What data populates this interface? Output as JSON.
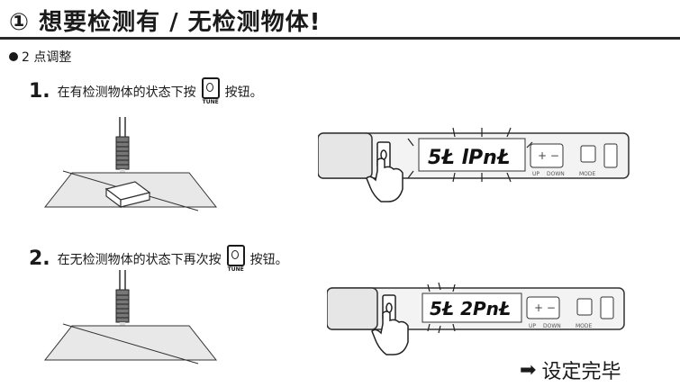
{
  "title": "① 想要检测有 / 无检测物体!",
  "subheading": "2 点调整",
  "steps": [
    {
      "number": "1.",
      "text_before": "在有检测物体的状态下按",
      "text_after": "按钮。",
      "display": "5Ł lPnŁ"
    },
    {
      "number": "2.",
      "text_before": "在无检测物体的状态下再次按",
      "text_after": "按钮。",
      "display": "5Ł 2PnŁ"
    }
  ],
  "tune_button_caption": "TUNE",
  "panel_labels": {
    "up": "UP",
    "down": "DOWN",
    "mode": "MODE"
  },
  "result_text": "设定完毕"
}
